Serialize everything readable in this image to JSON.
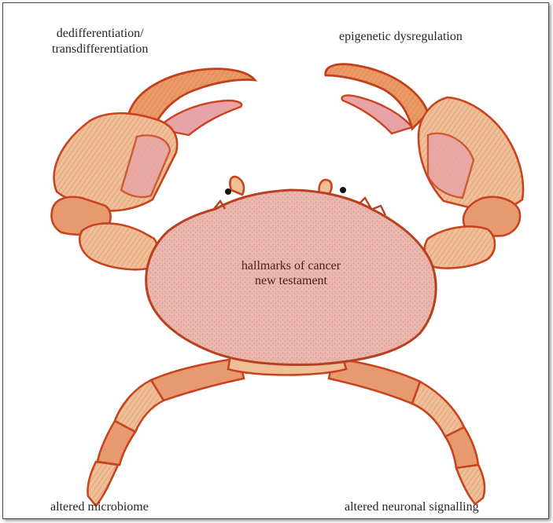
{
  "labels": {
    "top_left": "dedifferentiation/\ntransdifferentiation",
    "top_right": "epigenetic dysregulation",
    "center_line1": "hallmarks of cancer",
    "center_line2": "new testament",
    "bottom_left": "altered microbiome",
    "bottom_right": "altered neuronal signalling"
  },
  "colors": {
    "shell_fill": "#e9b7ae",
    "outline": "#c8431e",
    "leg_fill": "#e79a70",
    "text": "#262626"
  }
}
